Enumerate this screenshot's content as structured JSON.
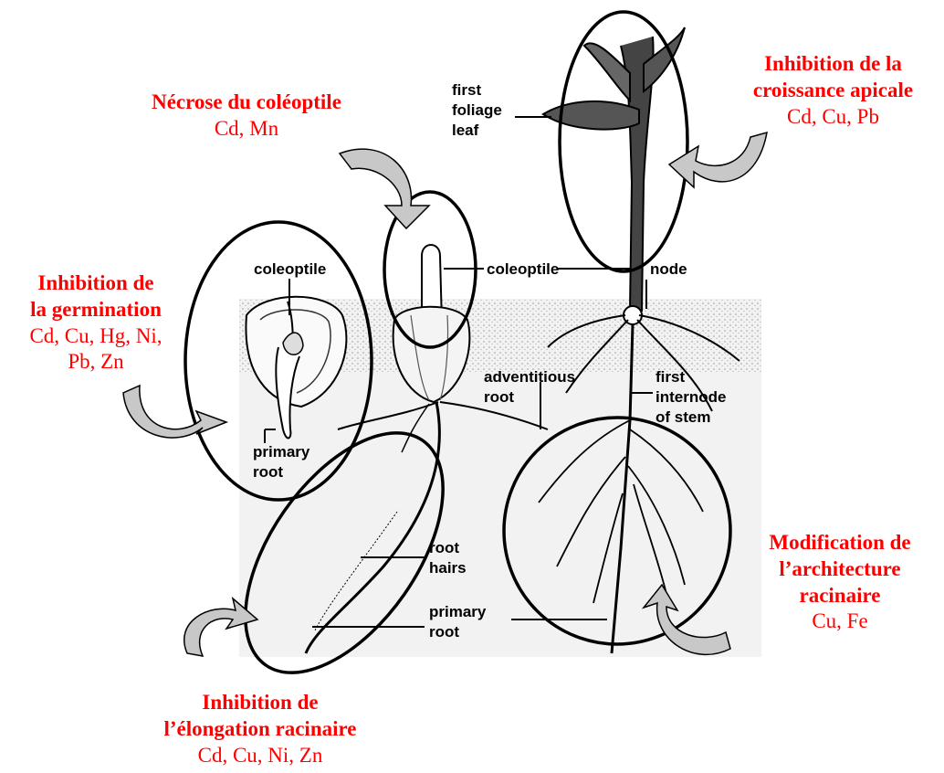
{
  "effects": [
    {
      "id": "necrose",
      "title": "Nécrose du coléoptile",
      "metals": "Cd, Mn"
    },
    {
      "id": "apicale",
      "title_line1": "Inhibition de la",
      "title_line2": "croissance apicale",
      "metals": "Cd, Cu, Pb"
    },
    {
      "id": "germination",
      "title_line1": "Inhibition de",
      "title_line2": "la germination",
      "metals_line1": "Cd, Cu, Hg, Ni,",
      "metals_line2": "Pb, Zn"
    },
    {
      "id": "architecture",
      "title_line1": "Modification de",
      "title_line2": "l’architecture",
      "title_line3": "racinaire",
      "metals": "Cu, Fe"
    },
    {
      "id": "elongation",
      "title_line1": "Inhibition de",
      "title_line2": "l’élongation racinaire",
      "metals": "Cd, Cu, Ni, Zn"
    }
  ],
  "labels": {
    "first_foliage_leaf": [
      "first",
      "foliage",
      "leaf"
    ],
    "coleoptile_seed": "coleoptile",
    "coleoptile_seedling": "coleoptile",
    "node": "node",
    "adventitious_root": [
      "adventitious",
      "root"
    ],
    "first_internode": [
      "first",
      "internode",
      "of stem"
    ],
    "primary_root_seed": [
      "primary",
      "root"
    ],
    "root_hairs": [
      "root",
      "hairs"
    ],
    "primary_root_seedling": [
      "primary",
      "root"
    ]
  }
}
